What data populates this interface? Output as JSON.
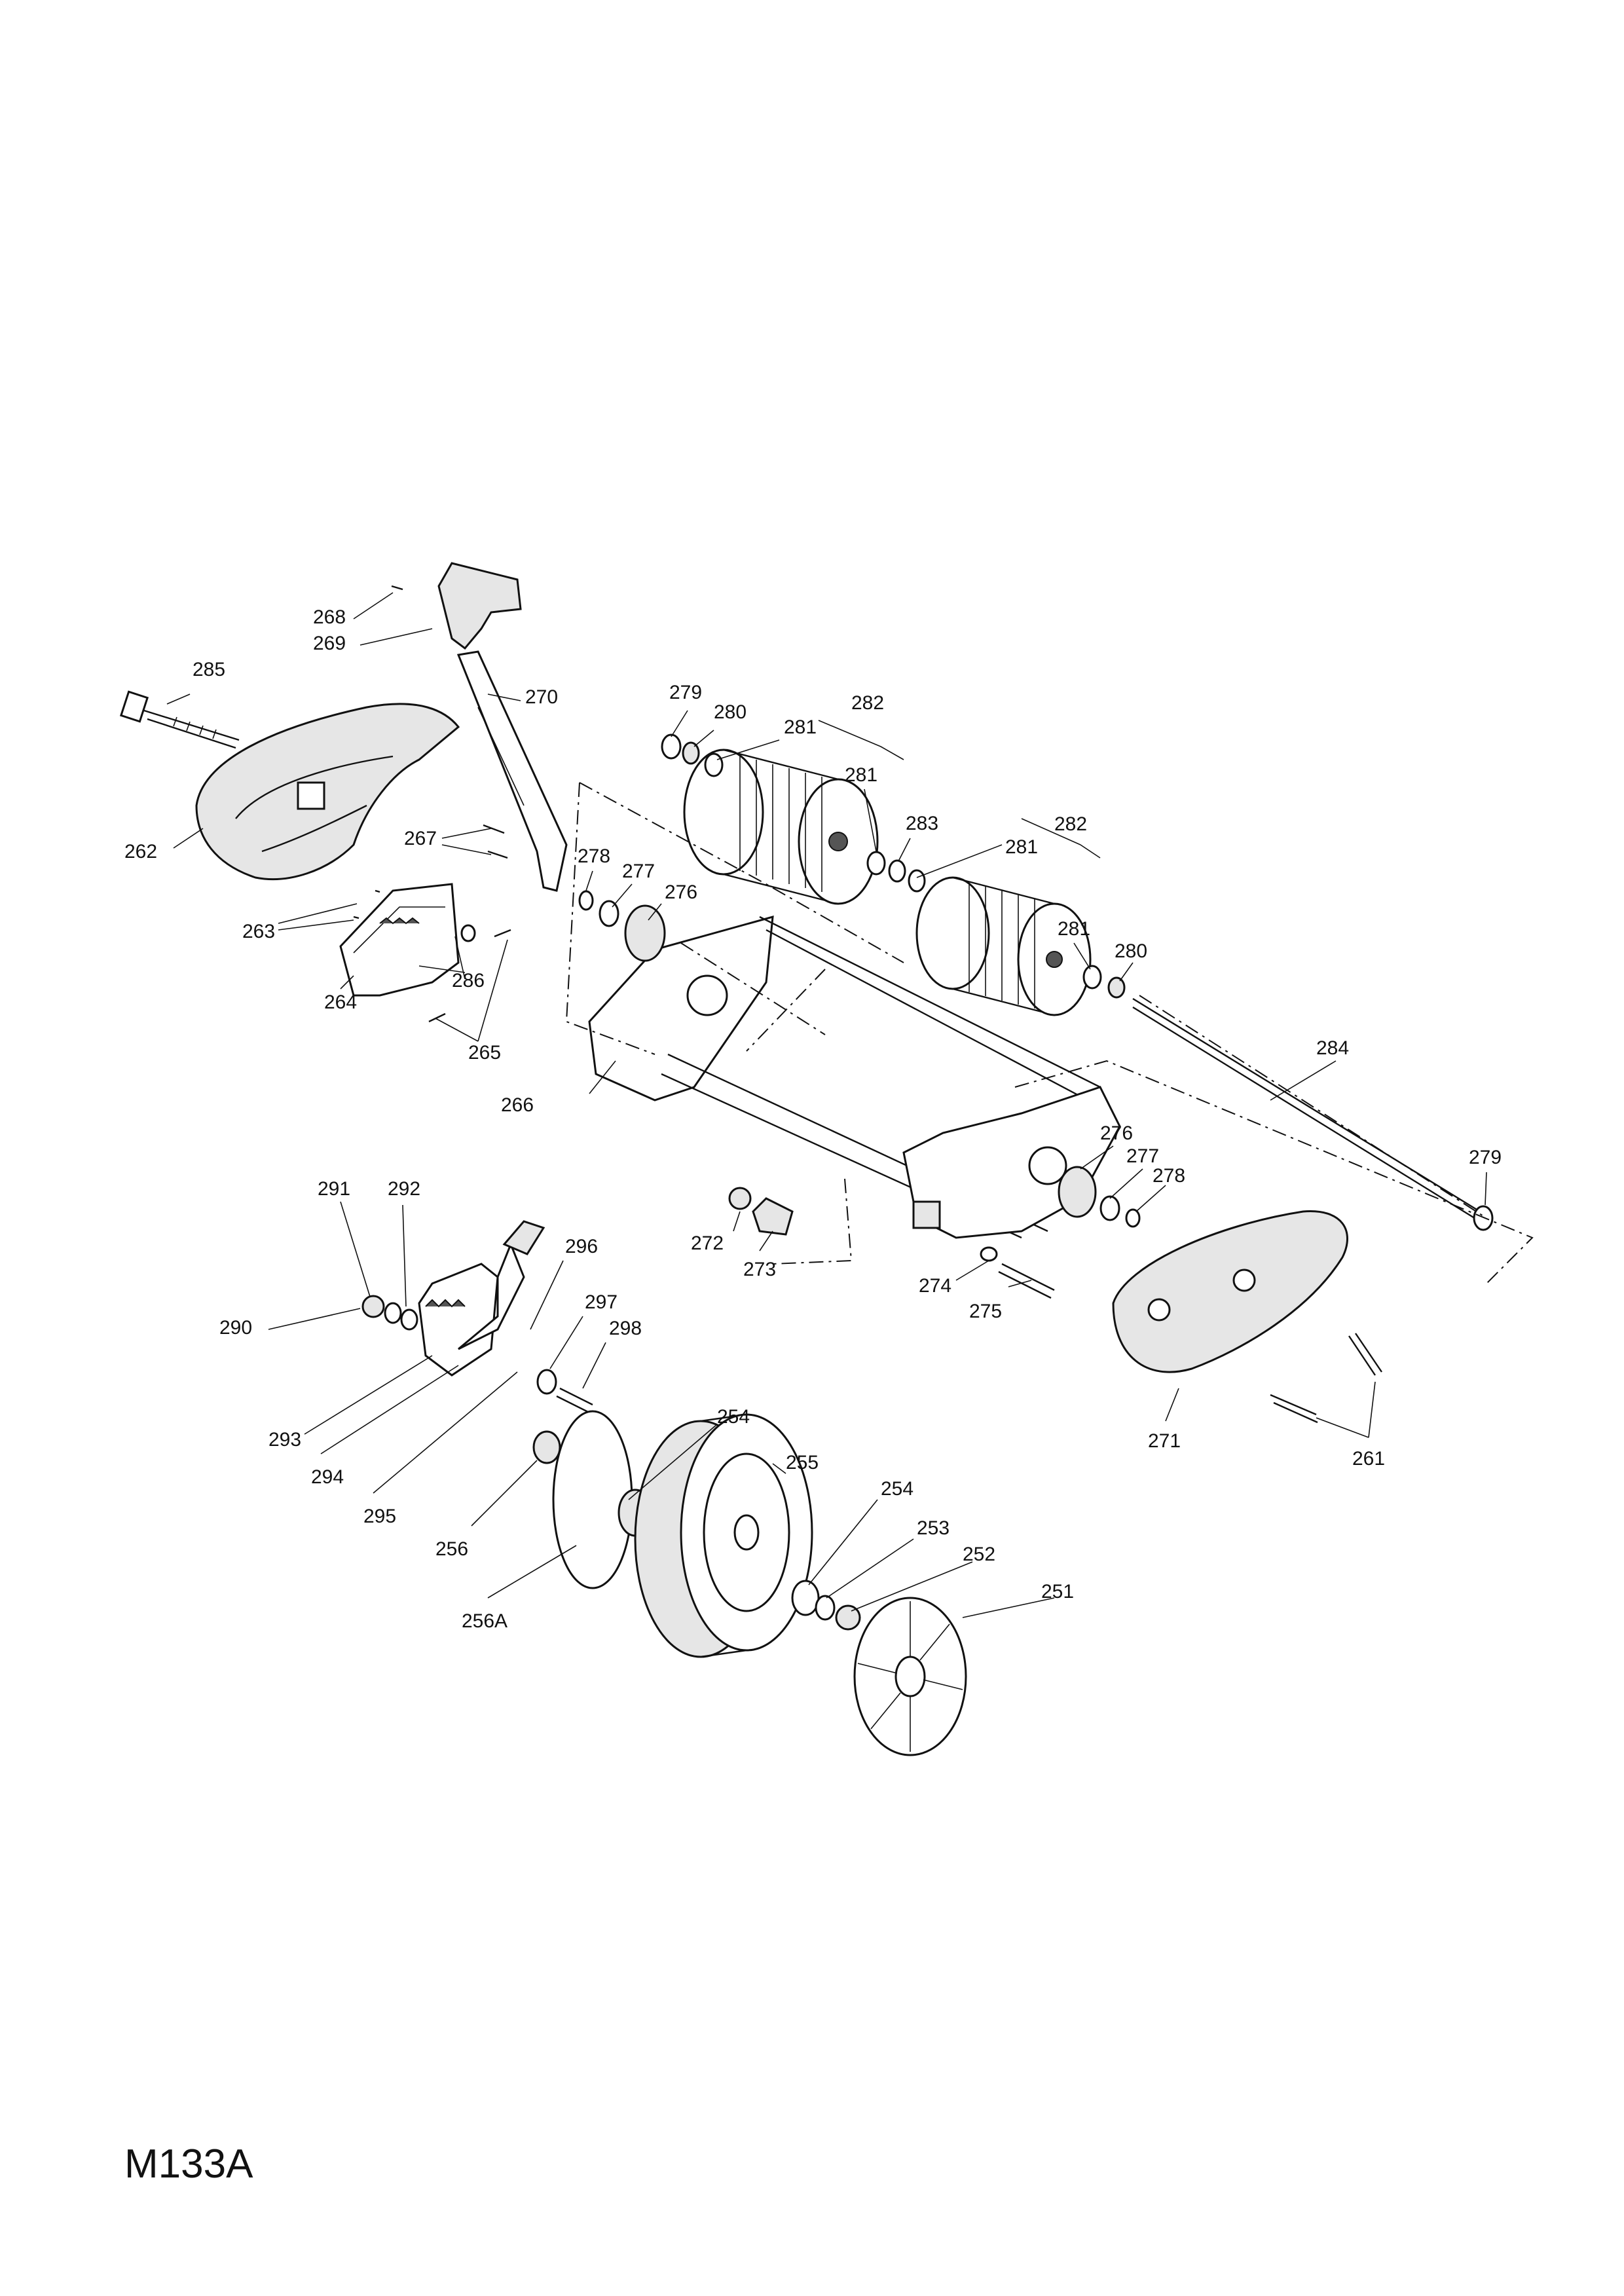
{
  "drawing": {
    "code": "M133A",
    "part_numbers": [
      "268",
      "269",
      "285",
      "270",
      "279",
      "280",
      "281",
      "282",
      "262",
      "267",
      "278",
      "277",
      "276",
      "281",
      "283",
      "282",
      "281",
      "263",
      "286",
      "264",
      "265",
      "281",
      "280",
      "266",
      "284",
      "276",
      "277",
      "278",
      "279",
      "291",
      "292",
      "296",
      "272",
      "273",
      "290",
      "297",
      "298",
      "274",
      "275",
      "293",
      "294",
      "254",
      "295",
      "255",
      "254",
      "253",
      "256",
      "252",
      "256A",
      "251",
      "271",
      "261"
    ]
  }
}
